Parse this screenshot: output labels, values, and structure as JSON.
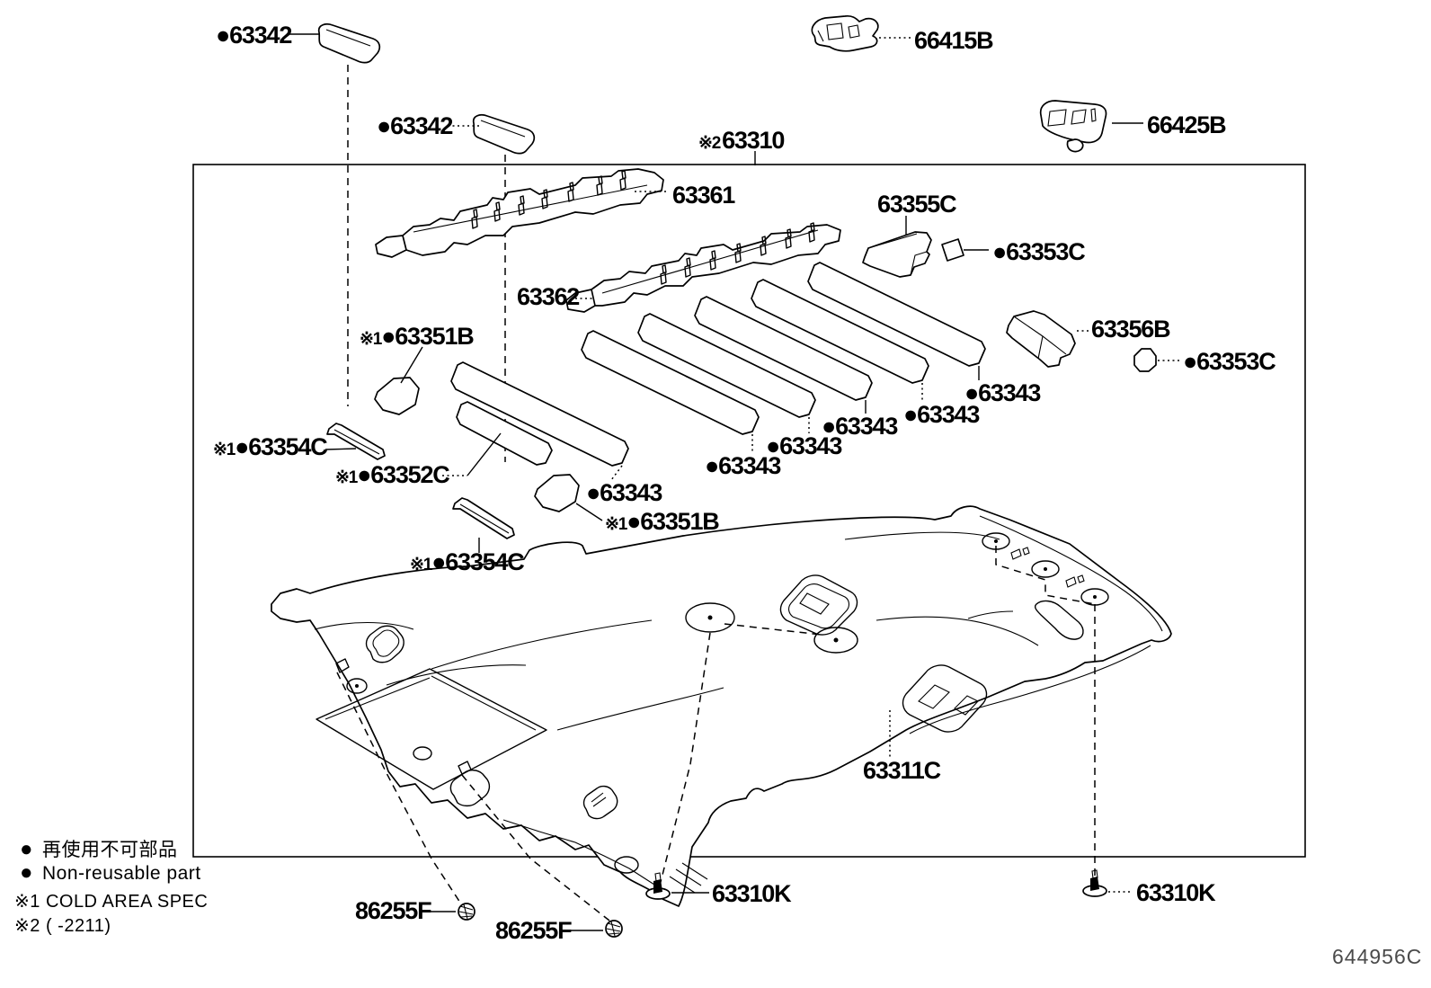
{
  "diagram": {
    "code": "644956C",
    "legend": {
      "bullet": "●",
      "jp": "再使用不可部品",
      "en": "Non-reusable part",
      "note1": "※1 COLD AREA SPEC",
      "note2": "※2 (      -2211)"
    },
    "labels": {
      "l_63342_a": "●63342",
      "l_63342_b": "●63342",
      "l_66415b": "66415B",
      "l_66425b": "66425B",
      "l_63310_spec": "※2",
      "l_63310": "63310",
      "l_63361": "63361",
      "l_63362": "63362",
      "l_63355c": "63355C",
      "l_63353c_a": "●63353C",
      "l_63356b": "63356B",
      "l_63353c_b": "●63353C",
      "l_63343_1": "●63343",
      "l_63343_2": "●63343",
      "l_63343_3": "●63343",
      "l_63343_4": "●63343",
      "l_63343_5": "●63343",
      "l_63343_6": "●63343",
      "l_63351b_a_spec": "※1",
      "l_63351b_a": "●63351B",
      "l_63354c_a_spec": "※1",
      "l_63354c_a": "●63354C",
      "l_63352c_spec": "※1",
      "l_63352c": "●63352C",
      "l_63351b_b_spec": "※1",
      "l_63351b_b": "●63351B",
      "l_63354c_b_spec": "※1",
      "l_63354c_b": "●63354C",
      "l_63311c": "63311C",
      "l_86255f_a": "86255F",
      "l_86255f_b": "86255F",
      "l_63310k_a": "63310K",
      "l_63310k_b": "63310K"
    }
  }
}
